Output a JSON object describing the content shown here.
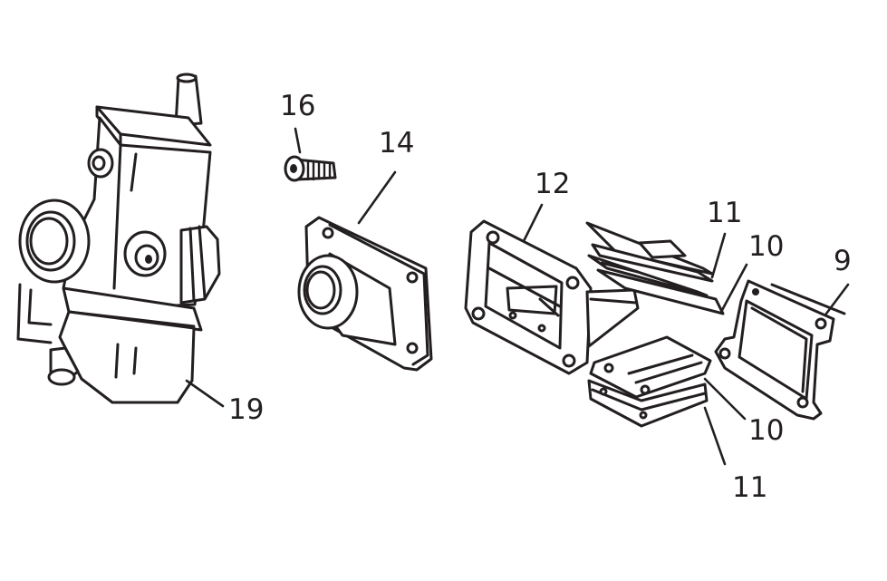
{
  "callouts": {
    "c9": "9",
    "c10_upper": "10",
    "c10_lower": "10",
    "c11_upper": "11",
    "c11_lower": "11",
    "c12": "12",
    "c14": "14",
    "c16": "16",
    "c19": "19"
  },
  "colors": {
    "ink": "#231f20",
    "background": "#ffffff"
  }
}
